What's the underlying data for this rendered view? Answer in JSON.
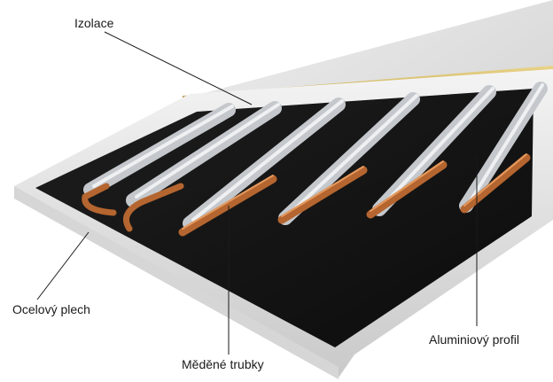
{
  "labels": {
    "insulation": "Izolace",
    "steel_sheet": "Ocelový plech",
    "copper_tubes": "Měděné trubky",
    "aluminium_profile": "Aluminiový profil"
  },
  "colors": {
    "frame": "#e6e6e6",
    "frame_shadow": "#b8b8b8",
    "absorber": "#141414",
    "back_panel": "#dedede",
    "insulation": "#d9c06a",
    "copper": "#b5652f",
    "copper_highlight": "#e59a5e",
    "aluminium": "#c4c8cc",
    "leader_line": "#1a1a1a"
  }
}
